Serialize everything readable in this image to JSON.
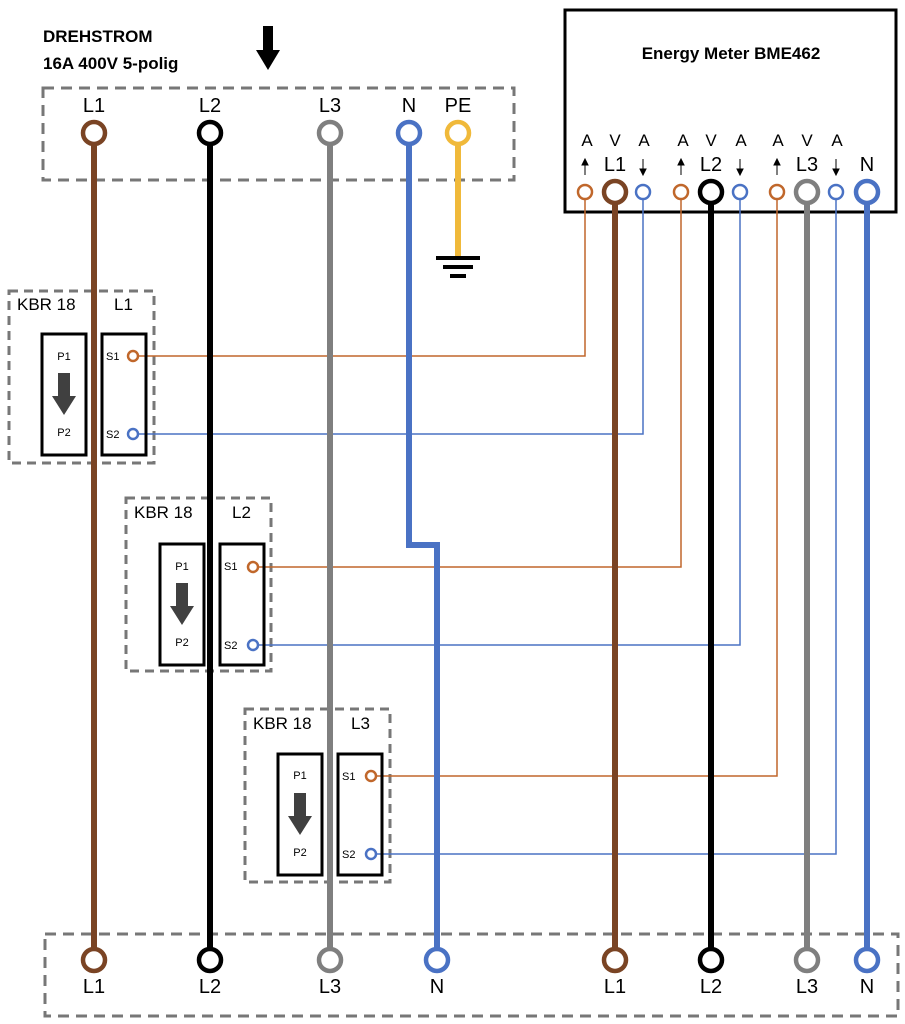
{
  "supply": {
    "line1": "DREHSTROM",
    "line2": "16A 400V 5-polig",
    "labels": [
      "L1",
      "L2",
      "L3",
      "N",
      "PE"
    ]
  },
  "meter": {
    "title": "Energy Meter BME462",
    "terminal_labels": [
      "L1",
      "L2",
      "L3",
      "N"
    ],
    "sub_labels": [
      "A",
      "V",
      "A",
      "A",
      "V",
      "A",
      "A",
      "V",
      "A"
    ]
  },
  "transformers": [
    {
      "model": "KBR 18",
      "phase": "L1",
      "primary_in": "P1",
      "primary_out": "P2",
      "secondary_in": "S1",
      "secondary_out": "S2"
    },
    {
      "model": "KBR 18",
      "phase": "L2",
      "primary_in": "P1",
      "primary_out": "P2",
      "secondary_in": "S1",
      "secondary_out": "S2"
    },
    {
      "model": "KBR 18",
      "phase": "L3",
      "primary_in": "P1",
      "primary_out": "P2",
      "secondary_in": "S1",
      "secondary_out": "S2"
    }
  ],
  "output": {
    "labels": [
      "L1",
      "L2",
      "L3",
      "N",
      "L1",
      "L2",
      "L3",
      "N"
    ]
  },
  "colors": {
    "L1": "#7a4424",
    "L2": "#000000",
    "L3": "#7f7f7f",
    "N": "#4a72c4",
    "PE": "#f0b93a",
    "S1": "#c0672b",
    "S2": "#4a72c4",
    "frame": "#777777"
  }
}
